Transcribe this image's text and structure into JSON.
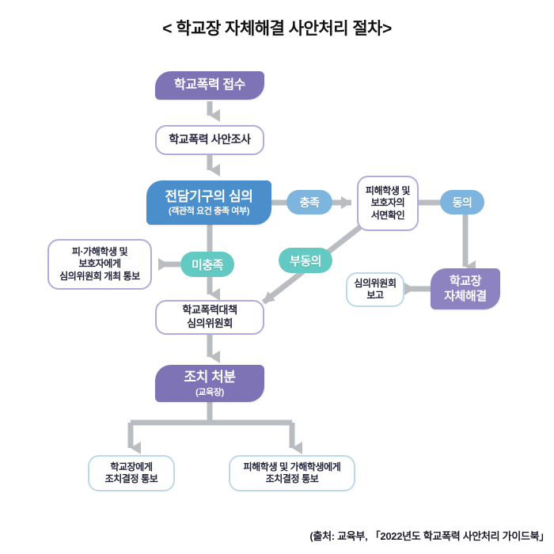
{
  "title": "< 학교장 자체해결 사안처리 절차>",
  "colors": {
    "purple": "#7e73b5",
    "purple_soft": "#8d83c0",
    "blue": "#4a8ecb",
    "pill_blue": "#7db5de",
    "pill_teal": "#62c9c3",
    "outline_purple": "#b3abdb",
    "outline_blue": "#bcd9ea",
    "connector_gray": "#b9bcc1"
  },
  "nodes": {
    "receipt": {
      "label": "학교폭력 접수"
    },
    "investigation": {
      "label": "학교폭력 사안조사"
    },
    "committee_review": {
      "label": "전담기구의 심의",
      "sublabel": "(객관적 요건 충족 여부)"
    },
    "written_confirmation": {
      "line1": "피해학생 및",
      "line2": "보호자의",
      "line3": "서면확인"
    },
    "principal_resolution": {
      "line1": "학교장",
      "line2": "자체해결"
    },
    "report_to_committee": {
      "line1": "심의위원회",
      "line2": "보고"
    },
    "notify_opening": {
      "line1": "피·가해학생 및",
      "line2": "보호자에게",
      "line3": "심의위원회 개최 통보"
    },
    "deliberation_committee": {
      "line1": "학교폭력대책",
      "line2": "심의위원회"
    },
    "disposition": {
      "label": "조치 처분",
      "sublabel": "(교육장)"
    },
    "notify_principal": {
      "line1": "학교장에게",
      "line2": "조치결정 통보"
    },
    "notify_students": {
      "line1": "피해학생 및 가해학생에게",
      "line2": "조치결정 통보"
    }
  },
  "edge_labels": {
    "satisfied": "충족",
    "not_satisfied": "미충족",
    "agree": "동의",
    "disagree": "부동의"
  },
  "source": "(출처: 교육부, 「2022년도 학교폭력 사안처리 가이드북」"
}
